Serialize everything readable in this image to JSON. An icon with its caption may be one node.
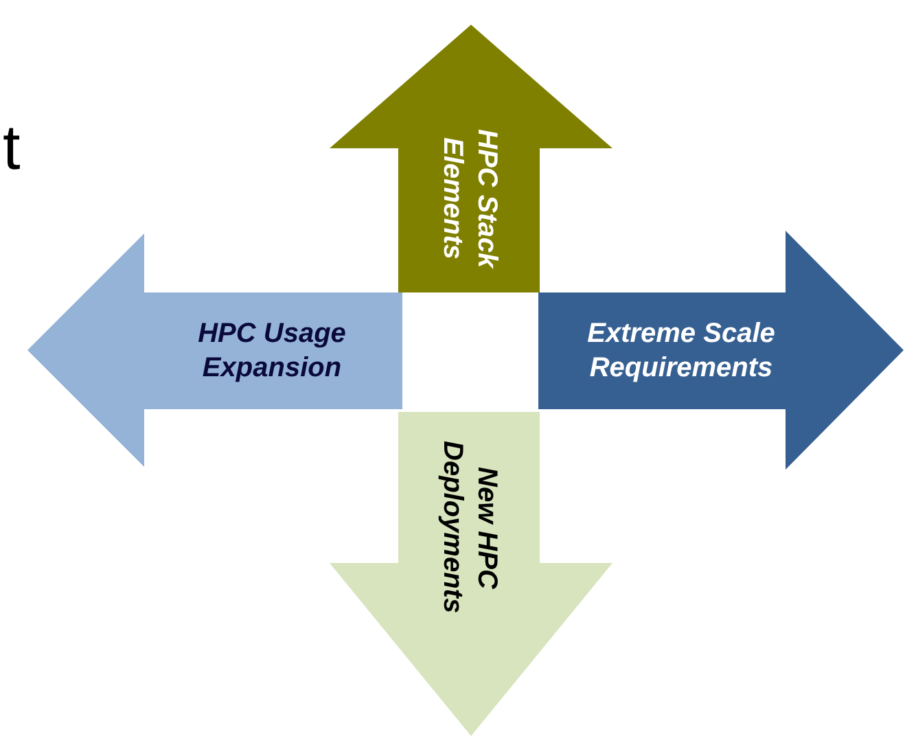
{
  "diagram": {
    "nodes": [
      {
        "text": [
          "HPC Stack Elements"
        ]
      },
      {
        "text": [
          "HPC Usage Expansion"
        ]
      },
      {
        "text": [
          "Extreme Scale Requirements"
        ]
      },
      {
        "text": [
          "New HPC Deployments"
        ]
      }
    ],
    "labels": [
      "t"
    ]
  }
}
